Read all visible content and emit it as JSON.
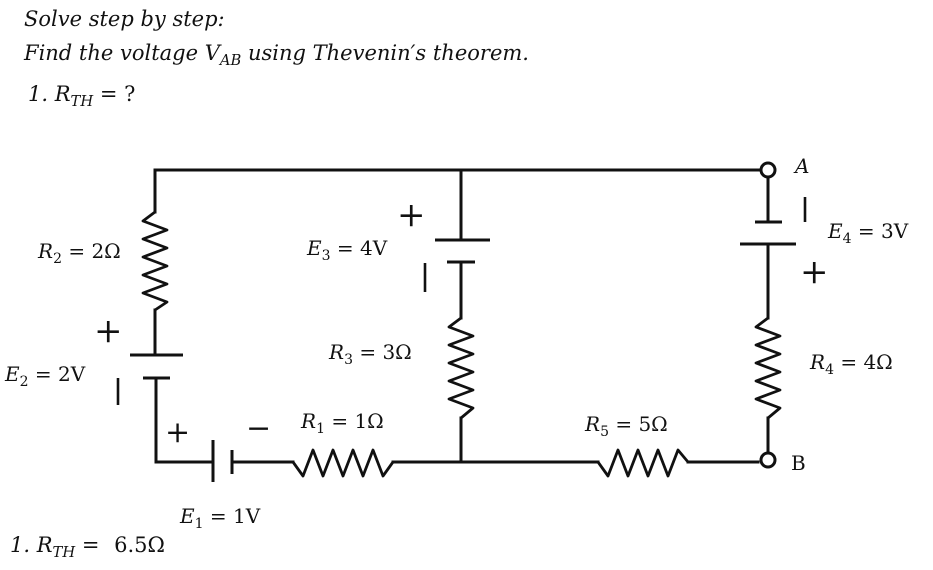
{
  "header": {
    "line1": "Solve step by step:",
    "line2_prefix": "Find the voltage V",
    "line2_sub": "AB",
    "line2_suffix": " using Thevenin′s theorem.",
    "q_prefix": "1. R",
    "q_sub": "TH",
    "q_suffix": " = ?"
  },
  "answer": {
    "prefix": "1. R",
    "sub": "TH",
    "eq": " = ",
    "value": "6.5Ω"
  },
  "components": {
    "r2": {
      "sym": "R",
      "sub": "2",
      "val": " = 2Ω"
    },
    "e2": {
      "sym": "E",
      "sub": "2",
      "val": " = 2V"
    },
    "e3": {
      "sym": "E",
      "sub": "3",
      "val": " = 4V"
    },
    "r3": {
      "sym": "R",
      "sub": "3",
      "val": " = 3Ω"
    },
    "r1": {
      "sym": "R",
      "sub": "1",
      "val": " = 1Ω"
    },
    "e1": {
      "sym": "E",
      "sub": "1",
      "val": " = 1V"
    },
    "r5": {
      "sym": "R",
      "sub": "5",
      "val": " = 5Ω"
    },
    "e4": {
      "sym": "E",
      "sub": "4",
      "val": " = 3V"
    },
    "r4": {
      "sym": "R",
      "sub": "4",
      "val": " = 4Ω"
    }
  },
  "terminals": {
    "a": "A",
    "b": "B"
  },
  "polarity": {
    "plus": "+",
    "minus": "−"
  }
}
